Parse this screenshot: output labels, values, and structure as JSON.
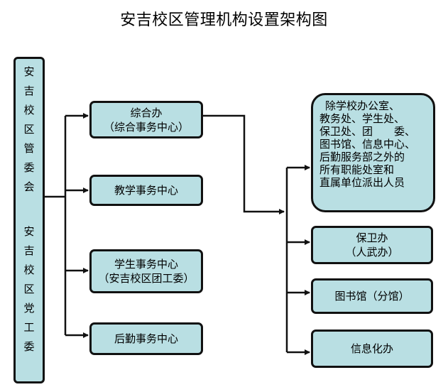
{
  "title": "安吉校区管理机构设置架构图",
  "root": {
    "upper_label": [
      "安",
      "吉",
      "校",
      "区",
      "管",
      "委",
      "会"
    ],
    "lower_label": [
      "安",
      "吉",
      "校",
      "区",
      "党",
      "工",
      "委"
    ]
  },
  "centers": [
    {
      "lines": [
        "综合办",
        "（综合事务中心）"
      ]
    },
    {
      "lines": [
        "教学事务中心"
      ]
    },
    {
      "lines": [
        "学生事务中心",
        "（安吉校区团工委）"
      ]
    },
    {
      "lines": [
        "后勤事务中心"
      ]
    }
  ],
  "sub_units": [
    {
      "lines": [
        "除学校办公室、",
        "教务处、学生处、",
        "保卫处、团　　委、",
        "图书馆、信息中心、",
        "后勤服务部之外的",
        "所有职能处室和",
        "直属单位派出人员"
      ]
    },
    {
      "lines": [
        "保卫办",
        "（人武办）"
      ]
    },
    {
      "lines": [
        "图书馆（分馆）"
      ]
    },
    {
      "lines": [
        "信息化办"
      ]
    }
  ],
  "colors": {
    "box_fill": "#b9dfe3",
    "stroke": "#111111"
  }
}
